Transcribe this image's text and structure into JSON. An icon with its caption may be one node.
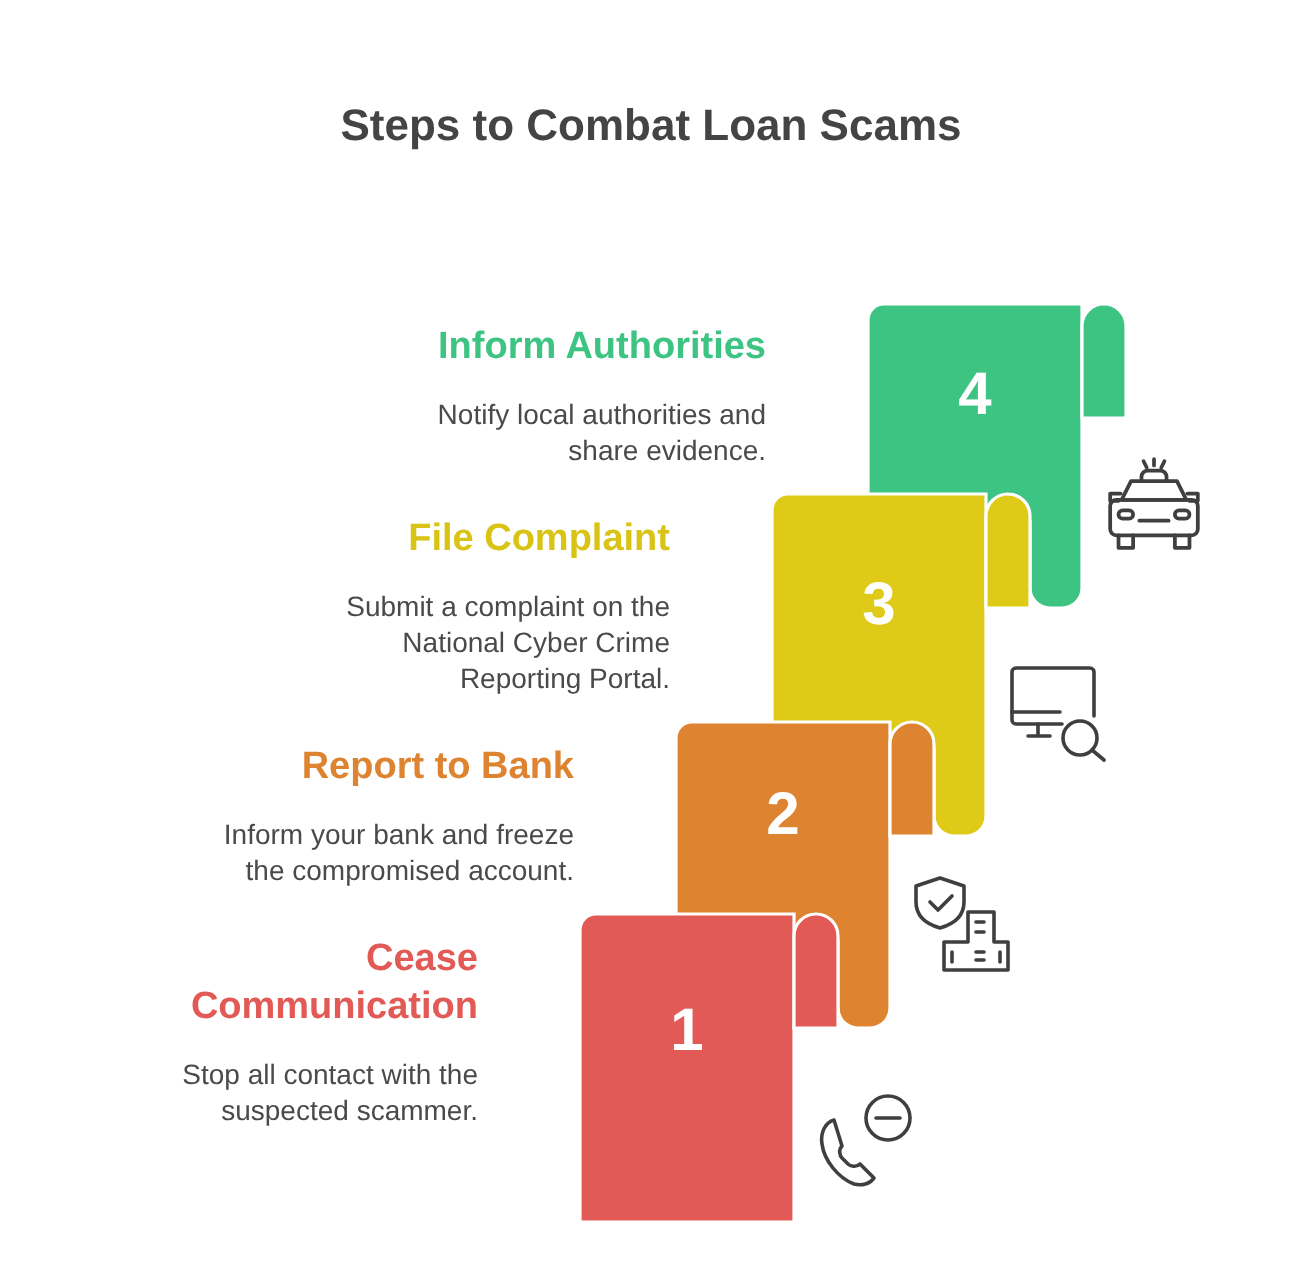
{
  "diagram": {
    "title": "Steps to Combat Loan Scams",
    "nodes": [
      {
        "text": [
          "1"
        ],
        "beside": [
          "Cease Communication",
          "Stop all contact with the suspected scammer."
        ]
      },
      {
        "text": [
          "2"
        ],
        "beside": [
          "Report to Bank",
          "Inform your bank and freeze the compromised account."
        ]
      },
      {
        "text": [
          "3"
        ],
        "beside": [
          "File Complaint",
          "Submit a complaint on the National Cyber Crime Reporting Portal."
        ]
      },
      {
        "text": [
          "4"
        ],
        "beside": [
          "Inform Authorities",
          "Notify local authorities and share evidence."
        ]
      }
    ]
  }
}
